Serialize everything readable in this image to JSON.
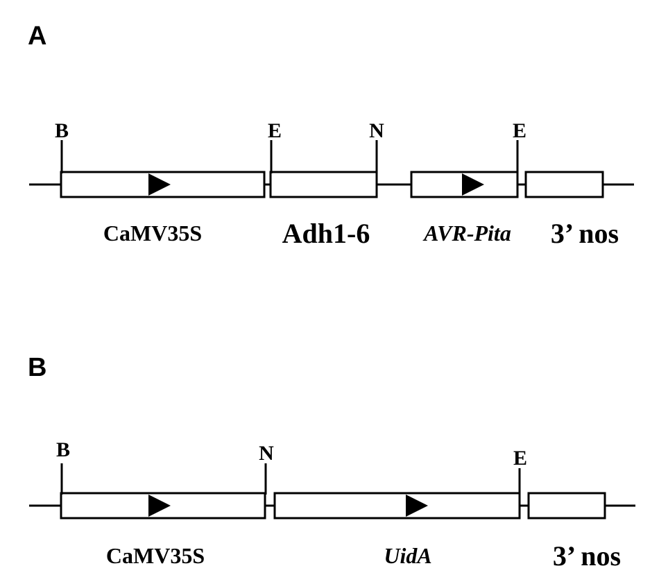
{
  "panels": {
    "a": {
      "label": "A",
      "sites": {
        "b": "B",
        "e1": "E",
        "n": "N",
        "e2": "E"
      },
      "elements": {
        "promoter": "CaMV35S",
        "intron": "Adh1-6",
        "gene": "AVR-Pita",
        "terminator": "3’ nos"
      }
    },
    "b": {
      "label": "B",
      "sites": {
        "b": "B",
        "n": "N",
        "e": "E"
      },
      "elements": {
        "promoter": "CaMV35S",
        "gene": "UidA",
        "terminator": "3’ nos"
      }
    }
  }
}
